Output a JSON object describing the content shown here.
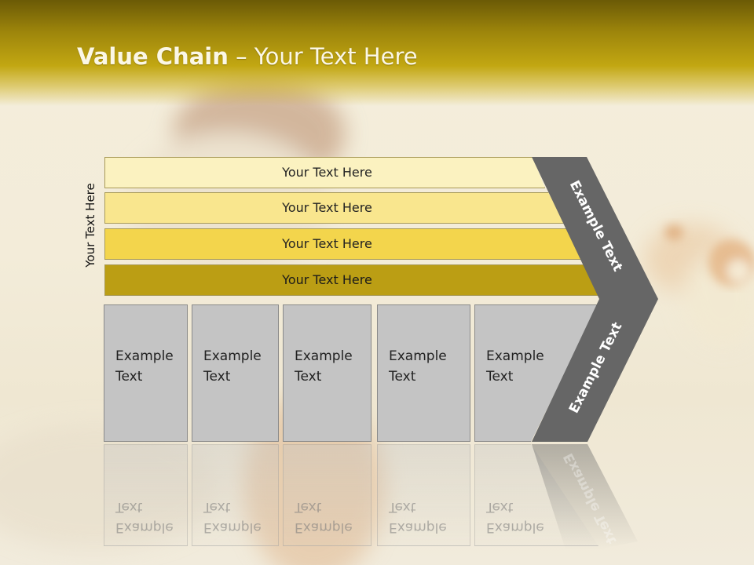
{
  "slide": {
    "title_bold": "Value Chain",
    "title_rest": " – Your Text Here",
    "side_label": "Your Text Here"
  },
  "bars": [
    {
      "label": "Your Text Here",
      "color": "#fbf2c0"
    },
    {
      "label": "Your Text Here",
      "color": "#f9e68e"
    },
    {
      "label": "Your Text Here",
      "color": "#f3d54c"
    },
    {
      "label": "Your Text Here",
      "color": "#bb9e14"
    }
  ],
  "boxes": [
    {
      "line1": "Example",
      "line2": "Text"
    },
    {
      "line1": "Example",
      "line2": "Text"
    },
    {
      "line1": "Example",
      "line2": "Text"
    },
    {
      "line1": "Example",
      "line2": "Text"
    },
    {
      "line1": "Example",
      "line2": "Text"
    }
  ],
  "chevron": {
    "upper_label": "Example Text",
    "lower_label": "Example Text",
    "color": "#666666"
  },
  "colors": {
    "title_band": "#c2a712",
    "box_fill": "#c4c4c4"
  }
}
